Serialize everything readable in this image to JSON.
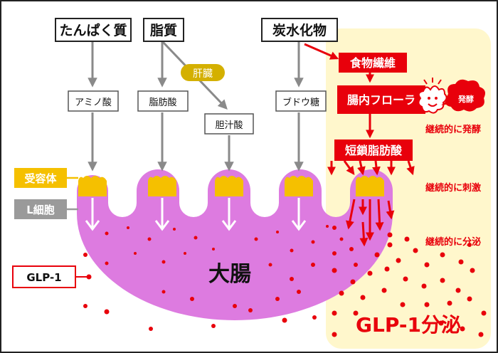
{
  "nutrients": {
    "protein": "たんぱく質",
    "fat": "脂質",
    "carb": "炭水化物"
  },
  "liver": "肝臓",
  "products": {
    "amino_acid": "アミノ酸",
    "fatty_acid": "脂肪酸",
    "bile_acid": "胆汁酸",
    "glucose": "ブドウ糖"
  },
  "fiber": "食物繊維",
  "flora": "腸内フローラ",
  "ferment_bubble": "発酵",
  "scfa": "短鎖脂肪酸",
  "notes": {
    "ferment": "継続的に発酵",
    "stimulate": "継続的に刺激",
    "secrete": "継続的に分泌"
  },
  "labels": {
    "receptor": "受容体",
    "l_cell": "L細胞",
    "glp1": "GLP-1",
    "intestine": "大腸",
    "glp1_secretion": "GLP-1分泌"
  },
  "colors": {
    "red": "#e8000b",
    "magenta": "#dd7be0",
    "gold": "#f5c000",
    "gray": "#9a9a9a",
    "highlight": "#fff7cc"
  }
}
